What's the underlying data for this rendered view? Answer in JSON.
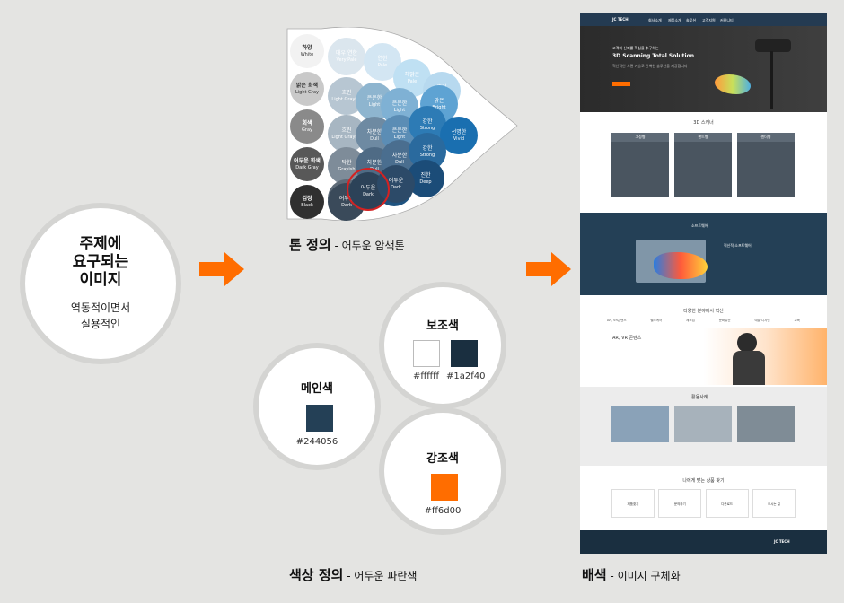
{
  "left_circle": {
    "title_lines": [
      "주제에",
      "요구되는",
      "이미지"
    ],
    "sub_lines": [
      "역동적이면서",
      "실용적인"
    ]
  },
  "tone_chart": {
    "gray_scale": [
      {
        "ko": "하양",
        "en": "White",
        "color": "#f2f2f2",
        "fg": "#333"
      },
      {
        "ko": "밝은 회색",
        "en": "Light Gray",
        "color": "#c9c9c9",
        "fg": "#333"
      },
      {
        "ko": "회색",
        "en": "Gray",
        "color": "#8a8a8a",
        "fg": "#fff"
      },
      {
        "ko": "어두운 회색",
        "en": "Dark Gray",
        "color": "#585858",
        "fg": "#fff"
      },
      {
        "ko": "검정",
        "en": "Black",
        "color": "#303030",
        "fg": "#fff"
      }
    ],
    "tones": [
      {
        "ko": "매우 연한",
        "en": "Very Pale",
        "color": "#dbe6ee"
      },
      {
        "ko": "연한",
        "en": "Pale",
        "color": "#d3e6f3"
      },
      {
        "ko": "해맑은",
        "en": "Pale",
        "color": "#bfe0f3"
      },
      {
        "ko": "흐린",
        "en": "Pale",
        "color": "#b7d9ef"
      },
      {
        "ko": "흐린",
        "en": "Light Grayish",
        "color": "#b7c6d2"
      },
      {
        "ko": "은은한",
        "en": "Light",
        "color": "#8eb5cf"
      },
      {
        "ko": "은은한",
        "en": "Light",
        "color": "#7fb1d4"
      },
      {
        "ko": "밝은",
        "en": "Bright",
        "color": "#5ea3d3"
      },
      {
        "ko": "흐린",
        "en": "Light Grayish",
        "color": "#a7b6c2"
      },
      {
        "ko": "차분한",
        "en": "Dull",
        "color": "#6e8aa2"
      },
      {
        "ko": "은은한",
        "en": "Light",
        "color": "#5b8db5"
      },
      {
        "ko": "강한",
        "en": "Strong",
        "color": "#2d7bb5"
      },
      {
        "ko": "선명한",
        "en": "Vivid",
        "color": "#1a6fb0"
      },
      {
        "ko": "탁한",
        "en": "Grayish",
        "color": "#7e8c99"
      },
      {
        "ko": "차분한",
        "en": "Dull",
        "color": "#4f6b85"
      },
      {
        "ko": "차분한",
        "en": "Dull",
        "color": "#4a6e8f"
      },
      {
        "ko": "강한",
        "en": "Strong",
        "color": "#2a6a9e"
      },
      {
        "ko": "탁한",
        "en": "Grayish",
        "color": "#5e6b78"
      },
      {
        "ko": "진한",
        "en": "Deep",
        "color": "#1e5380"
      },
      {
        "ko": "진한",
        "en": "Deep",
        "color": "#1b4c78"
      },
      {
        "ko": "어두운",
        "en": "Dark",
        "color": "#3a4a5a"
      },
      {
        "ko": "어두운",
        "en": "Dark",
        "color": "#2c4258"
      },
      {
        "ko": "어두운",
        "en": "Dark",
        "color": "#2c4a68"
      }
    ]
  },
  "tone_label": {
    "main": "톤 정의",
    "sub": " - 어두운 암색톤"
  },
  "colors": {
    "main": {
      "title": "메인색",
      "hex": "#244056",
      "swatch": "#244056"
    },
    "secondary": {
      "title": "보조색",
      "hex1": "#ffffff",
      "hex2": "#1a2f40",
      "swatch1": "#ffffff",
      "swatch2": "#1a2f40"
    },
    "accent": {
      "title": "강조색",
      "hex": "#ff6d00",
      "swatch": "#ff6d00"
    }
  },
  "color_label": {
    "main": "색상 정의",
    "sub": " - 어두운 파란색"
  },
  "site_label": {
    "main": "배색",
    "sub": " - 이미지 구체화"
  },
  "website": {
    "logo": "JC TECH",
    "nav": [
      "회사소개",
      "제품소개",
      "솔루션",
      "고객지원",
      "커뮤니티"
    ],
    "hero_small": "고객의 신뢰를 핵심을 추구하는",
    "hero_title": "3D Scanning Total Solution",
    "hero_desc": "혁신적인 스캔 기술로 완벽한 솔루션을 제공합니다",
    "section_scanner": "3D 스캐너",
    "scanner_cards": [
      "고정형",
      "핸드형",
      "렌더형"
    ],
    "section_software": "소프트웨어",
    "software_text": "혁신적 소프트웨어",
    "section_fields": "다양한 분야에서 혁신",
    "fields_tabs": [
      "AR, VR콘텐츠",
      "헬스케어",
      "제조업",
      "문화유산",
      "예술·디자인",
      "교육"
    ],
    "fields_heading": "AR, VR 콘텐츠",
    "section_cases": "활용사례",
    "section_find": "나에게 맞는 상품 찾기",
    "find_items": [
      "제품찾기",
      "문의하기",
      "다운로드",
      "오시는 길"
    ],
    "footer_logo": "JC TECH"
  }
}
